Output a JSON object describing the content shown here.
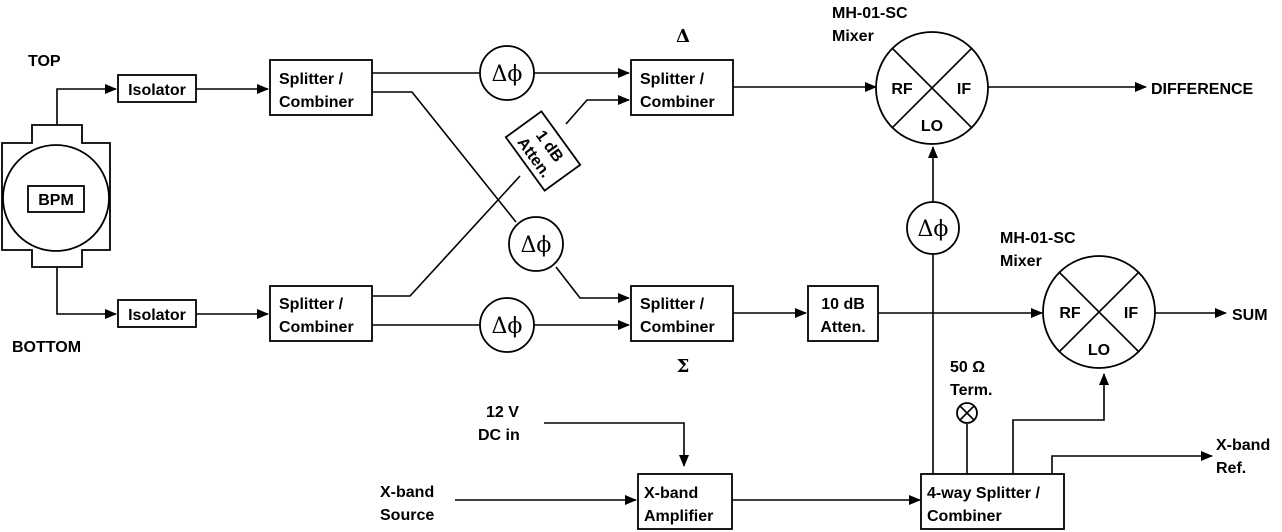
{
  "labels": {
    "top": "TOP",
    "bottom": "BOTTOM",
    "bpm": "BPM",
    "isolator_top": "Isolator",
    "isolator_bottom": "Isolator",
    "splitter_line1": "Splitter /",
    "splitter_line2": "Combiner",
    "phase": "Δϕ",
    "atten_1db_line1": "1 dB",
    "atten_1db_line2": "Atten.",
    "atten_10db_line1": "10 dB",
    "atten_10db_line2": "Atten.",
    "delta": "Δ",
    "sigma": "Σ",
    "mixer_top_line1": "MH-01-SC",
    "mixer_top_line2": "Mixer",
    "mixer_bottom_line1": "MH-01-SC",
    "mixer_bottom_line2": "Mixer",
    "rf": "RF",
    "if": "IF",
    "lo": "LO",
    "difference": "DIFFERENCE",
    "sum": "SUM",
    "term_line1": "50 Ω",
    "term_line2": "Term.",
    "dc_line1": "12 V",
    "dc_line2": "DC in",
    "source_line1": "X-band",
    "source_line2": "Source",
    "amp_line1": "X-band",
    "amp_line2": "Amplifier",
    "fourway_line1": "4-way Splitter /",
    "fourway_line2": "Combiner",
    "ref_line1": "X-band",
    "ref_line2": "Ref."
  }
}
